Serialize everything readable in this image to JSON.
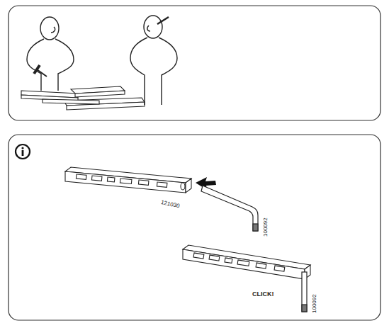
{
  "diagram": {
    "labels": [
      "121030",
      "100092",
      "100092",
      "CLICK!"
    ]
  }
}
